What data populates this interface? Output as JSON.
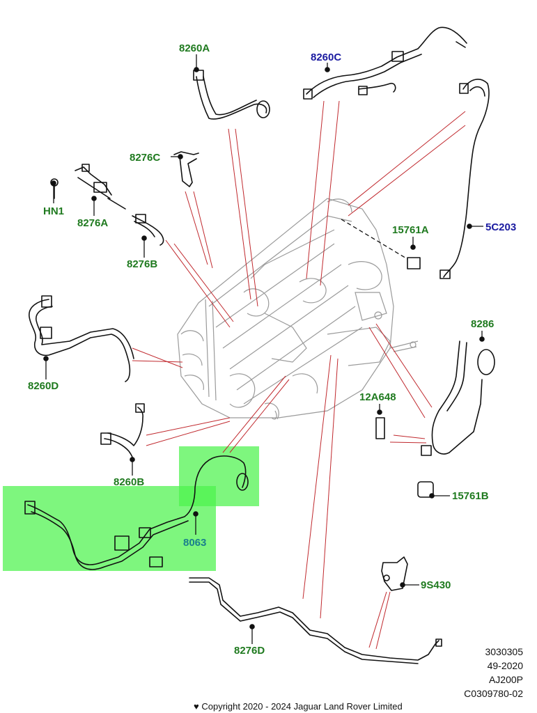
{
  "labels": {
    "p8260A": "8260A",
    "p8260C": "8260C",
    "p8276C": "8276C",
    "pHN1": "HN1",
    "p8276A": "8276A",
    "p8276B": "8276B",
    "p15761A": "15761A",
    "p5C203": "5C203",
    "p8260D": "8260D",
    "p8286": "8286",
    "p12A648": "12A648",
    "p8260B": "8260B",
    "p15761B": "15761B",
    "p8063": "8063",
    "p9S430": "9S430",
    "p8276D": "8276D"
  },
  "meta": {
    "line1": "3030305",
    "line2": "49-2020",
    "line3": "AJ200P",
    "line4": "C0309780-02"
  },
  "copyright": "Copyright  2020 - 2024  Jaguar Land Rover Limited",
  "colors": {
    "green_label": "#1f7a1f",
    "blue_label": "#1a1aa0",
    "teal_label": "#1a7f8c",
    "leader": "#c0282d",
    "highlight": "#4cf24c"
  }
}
